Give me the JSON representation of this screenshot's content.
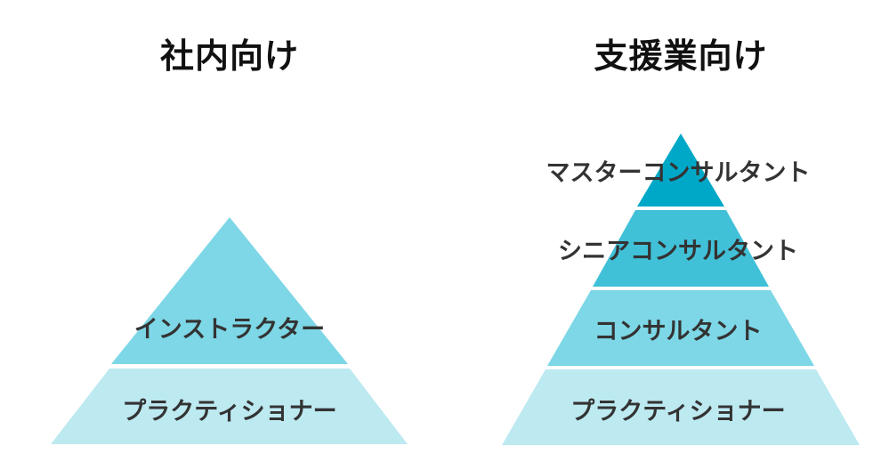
{
  "colors": {
    "tier_dark": "#00a8c8",
    "tier_mid": "#40c1d8",
    "tier_light": "#7dd7e6",
    "tier_pale": "#bde9f1",
    "text": "#333333",
    "title": "#111111"
  },
  "left": {
    "title": "社内向け",
    "tiers": [
      {
        "label": "インストラクター",
        "color": "#7dd7e6"
      },
      {
        "label": "プラクティショナー",
        "color": "#bde9f1"
      }
    ]
  },
  "right": {
    "title": "支援業向け",
    "tiers": [
      {
        "label": "マスターコンサルタント",
        "color": "#00a8c8"
      },
      {
        "label": "シニアコンサルタント",
        "color": "#40c1d8"
      },
      {
        "label": "コンサルタント",
        "color": "#7dd7e6"
      },
      {
        "label": "プラクティショナー",
        "color": "#bde9f1"
      }
    ]
  }
}
